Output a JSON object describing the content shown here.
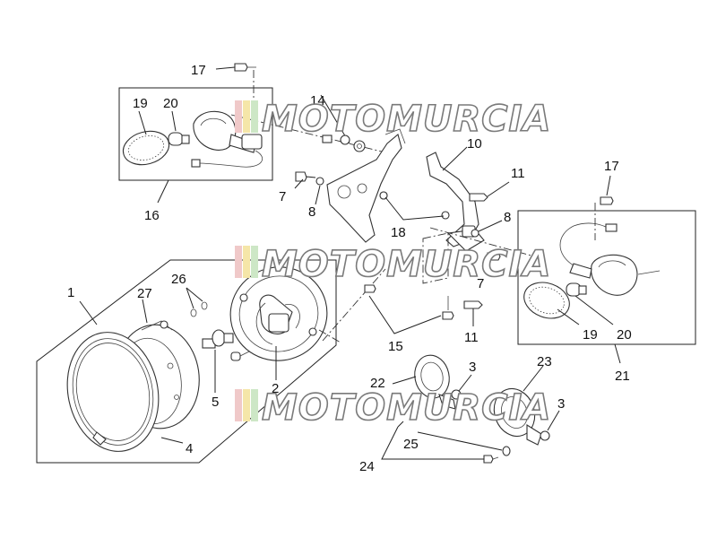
{
  "watermark": {
    "text": "MOTOMURCIA"
  },
  "labels": {
    "l1": "1",
    "l2": "2",
    "l3a": "3",
    "l3b": "3",
    "l4": "4",
    "l5": "5",
    "l7a": "7",
    "l7b": "7",
    "l8a": "8",
    "l8b": "8",
    "l10": "10",
    "l11a": "11",
    "l11b": "11",
    "l14": "14",
    "l15": "15",
    "l16": "16",
    "l17a": "17",
    "l17b": "17",
    "l18": "18",
    "l19a": "19",
    "l19b": "19",
    "l20a": "20",
    "l20b": "20",
    "l21": "21",
    "l22": "22",
    "l23": "23",
    "l24": "24",
    "l25": "25",
    "l26": "26",
    "l27": "27"
  }
}
